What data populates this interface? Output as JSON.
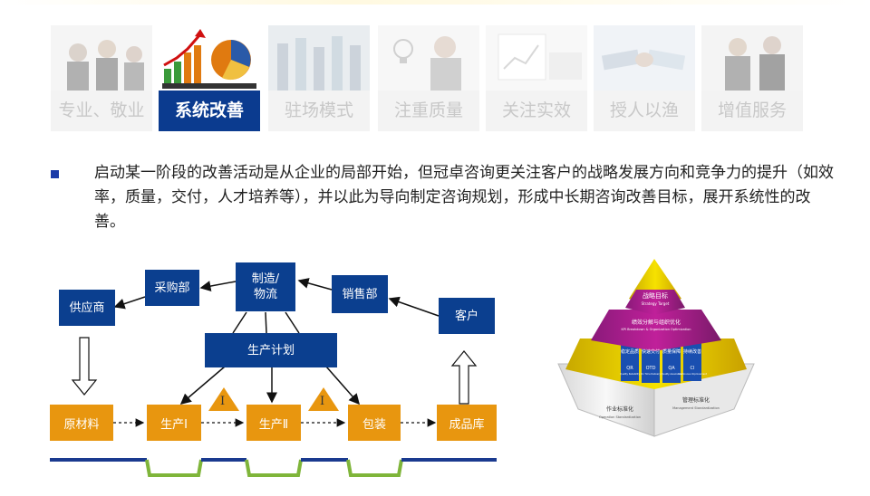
{
  "tabs": [
    {
      "label": "专业、敬业",
      "active": false
    },
    {
      "label": "系统改善",
      "active": true
    },
    {
      "label": "驻场模式",
      "active": false
    },
    {
      "label": "注重质量",
      "active": false
    },
    {
      "label": "关注实效",
      "active": false
    },
    {
      "label": "授人以渔",
      "active": false
    },
    {
      "label": "增值服务",
      "active": false
    }
  ],
  "paragraph": "启动某一阶段的改善活动是从企业的局部开始，但冠卓咨询更关注客户的战略发展方向和竞争力的提升（如效率，质量，交付，人才培养等），并以此为导向制定咨询规划，形成中长期咨询改善目标，展开系统性的改善。",
  "diagram": {
    "supplier": "供应商",
    "purchasing": "采购部",
    "manufacturing_line1": "制造/",
    "manufacturing_line2": "物流",
    "sales": "销售部",
    "customer": "客户",
    "production_plan": "生产计划",
    "raw_material": "原材料",
    "production1": "生产Ⅰ",
    "production2": "生产Ⅱ",
    "packaging": "包装",
    "finished_goods": "成品库",
    "inventory_mark": "I"
  },
  "pyramid": {
    "top_cn": "战略目标",
    "top_en": "Strategy Target",
    "mid_cn": "绩效分解与组织优化",
    "mid_en": "KPI Breakdown & Organization Optimization",
    "p1_cn": "稳定品质",
    "p1_en": "QR",
    "p1_sub": "Quality Reliability",
    "p2_cn": "快速交付",
    "p2_en": "OTD",
    "p2_sub": "On Time Delivery",
    "p3_cn": "质量保障",
    "p3_en": "QA",
    "p3_sub": "Quality Assurance",
    "p4_cn": "持续改善",
    "p4_en": "CI",
    "p4_sub": "Continuous Improvement",
    "base_left_cn": "作业标准化",
    "base_left_en": "Operation Standardization",
    "base_right_cn": "管理标准化",
    "base_right_en": "Management Standardization"
  },
  "colors": {
    "navy": "#0b3f8f",
    "orange": "#e8960f",
    "green": "#7fb53a",
    "bullet": "#1a3aa8"
  }
}
